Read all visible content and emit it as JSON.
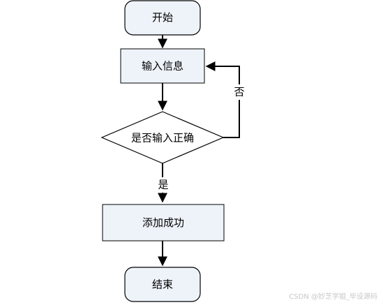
{
  "nodes": {
    "start": "开始",
    "input": "输入信息",
    "decision": "是否输入正确",
    "success": "添加成功",
    "end": "结束"
  },
  "edges": {
    "no_label": "否",
    "yes_label": "是"
  },
  "colors": {
    "node_fill": "#eef3fa",
    "stroke": "#000000"
  },
  "watermark": "CSDN @妙芝学姐_毕设源码"
}
